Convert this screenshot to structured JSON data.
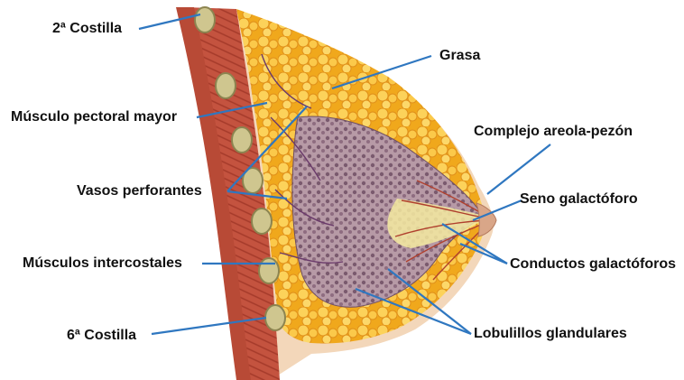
{
  "labels": {
    "rib2": "2ª Costilla",
    "pectoral": "Músculo pectoral mayor",
    "vessels": "Vasos perforantes",
    "intercostal": "Músculos intercostales",
    "rib6": "6ª Costilla",
    "fat": "Grasa",
    "nipple": "Complejo areola-pezón",
    "sinus": "Seno galactóforo",
    "ducts": "Conductos galactóforos",
    "lobules": "Lobulillos glandulares"
  },
  "colors": {
    "leader": "#2f77c0",
    "skin": "#f3d7ba",
    "fat": "#f4b62a",
    "muscle": "#c4533f",
    "gland": "#9a7a8c",
    "rib": "#c8c08a"
  }
}
